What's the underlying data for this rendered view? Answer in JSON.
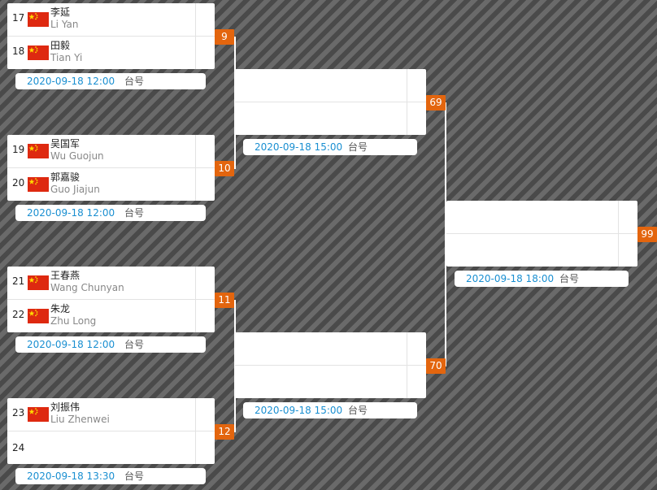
{
  "colors": {
    "badge": "#e3650e",
    "time_text": "#1a8fd1",
    "flag": "#de2910",
    "star": "#ffde00"
  },
  "icons": {
    "flag": "china-flag-icon"
  },
  "round1": [
    {
      "badge": "9",
      "top": {
        "seed": "17",
        "name_cn": "李延",
        "name_en": "Li Yan"
      },
      "bottom": {
        "seed": "18",
        "name_cn": "田毅",
        "name_en": "Tian Yi"
      },
      "time": "2020-09-18 12:00",
      "table_label": "台号"
    },
    {
      "badge": "10",
      "top": {
        "seed": "19",
        "name_cn": "吴国军",
        "name_en": "Wu Guojun"
      },
      "bottom": {
        "seed": "20",
        "name_cn": "郭嘉骏",
        "name_en": "Guo Jiajun"
      },
      "time": "2020-09-18 12:00",
      "table_label": "台号"
    },
    {
      "badge": "11",
      "top": {
        "seed": "21",
        "name_cn": "王春燕",
        "name_en": "Wang Chunyan"
      },
      "bottom": {
        "seed": "22",
        "name_cn": "朱龙",
        "name_en": "Zhu Long"
      },
      "time": "2020-09-18 12:00",
      "table_label": "台号"
    },
    {
      "badge": "12",
      "top": {
        "seed": "23",
        "name_cn": "刘振伟",
        "name_en": "Liu Zhenwei"
      },
      "bottom": {
        "seed": "24"
      },
      "time": "2020-09-18 13:30",
      "table_label": "台号"
    }
  ],
  "round2": [
    {
      "badge": "69",
      "time": "2020-09-18 15:00",
      "table_label": "台号"
    },
    {
      "badge": "70",
      "time": "2020-09-18 15:00",
      "table_label": "台号"
    }
  ],
  "round3": [
    {
      "badge": "99",
      "time": "2020-09-18 18:00",
      "table_label": "台号"
    }
  ]
}
